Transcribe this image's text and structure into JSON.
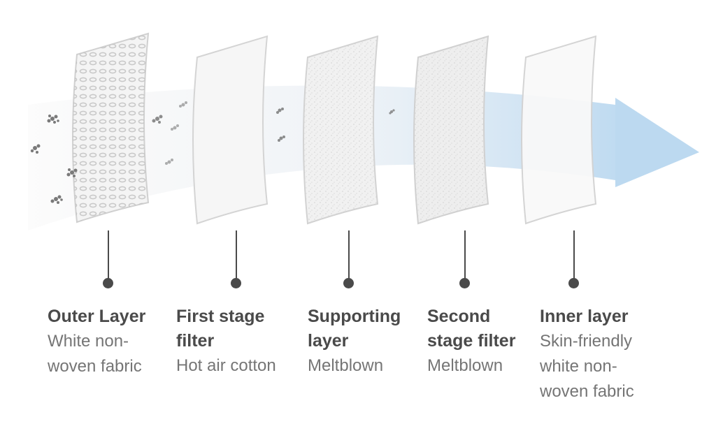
{
  "layers": [
    {
      "title": "Outer Layer",
      "description": "White non-woven fabric"
    },
    {
      "title": "First stage filter",
      "description": "Hot air cotton"
    },
    {
      "title": "Supporting layer",
      "description": "Meltblown"
    },
    {
      "title": "Second stage filter",
      "description": "Meltblown"
    },
    {
      "title": "Inner layer",
      "description": "Skin-friendly white non-woven fabric"
    }
  ],
  "colors": {
    "text_title": "#4a4a4a",
    "text_desc": "#757575",
    "connector": "#4a4a4a",
    "arrow": "#bcd9f0",
    "panel_fill": "#f4f4f4",
    "panel_border": "#d6d6d6",
    "particles": "#7a7a7a"
  }
}
